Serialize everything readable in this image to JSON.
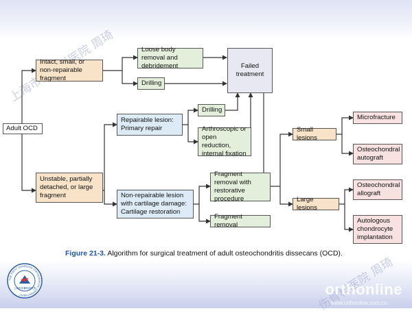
{
  "watermark": {
    "top_text": "上海市伤骨科医院 周琦",
    "right_text": "伤骨科医院 周琦",
    "site": "orthonline",
    "url": "www.orthonline.com.cn"
  },
  "logo": {
    "ring_text": "THE FIRST SHANGHAI ORTHOPAEDIC DEPARTMENT",
    "inner_text": "上海市伤骨科研究所"
  },
  "nodes": {
    "adult_ocd": "Adult OCD",
    "intact": "Intact, small, or non-repairable fragment",
    "loose_body": "Loose body removal and debridement",
    "drilling_top": "Drilling",
    "failed": "Failed treatment",
    "unstable": "Unstable, partially detached, or large fragment",
    "repairable": "Repairable lesion: Primary repair",
    "drilling_mid": "Drilling",
    "arthroscopic": "Arthroscopic or open reduction, internal fixation",
    "nonrepairable": "Non-repairable lesion with cartilage damage: Cartilage restoration",
    "fragment_restorative": "Fragment removal with restorative procedure",
    "fragment_removal": "Fragment removal",
    "small_lesions": "Small lesions",
    "large_lesions": "Large lesions",
    "microfracture": "Microfracture",
    "oc_autograft": "Osteochondral autograft",
    "oc_allograft": "Osteochondral allograft",
    "autologous": "Autologous chondrocyte implantation"
  },
  "caption": {
    "figure": "Figure 21-3.",
    "text": " Algorithm for surgical treatment of adult osteochondritis dissecans (OCD)."
  },
  "colors": {
    "peach": "#f8e2c8",
    "blue": "#dcebf5",
    "green": "#e3efdb",
    "lavender": "#e8e8f3",
    "pink": "#f8e1e1",
    "figure_label": "#1a56b0"
  }
}
